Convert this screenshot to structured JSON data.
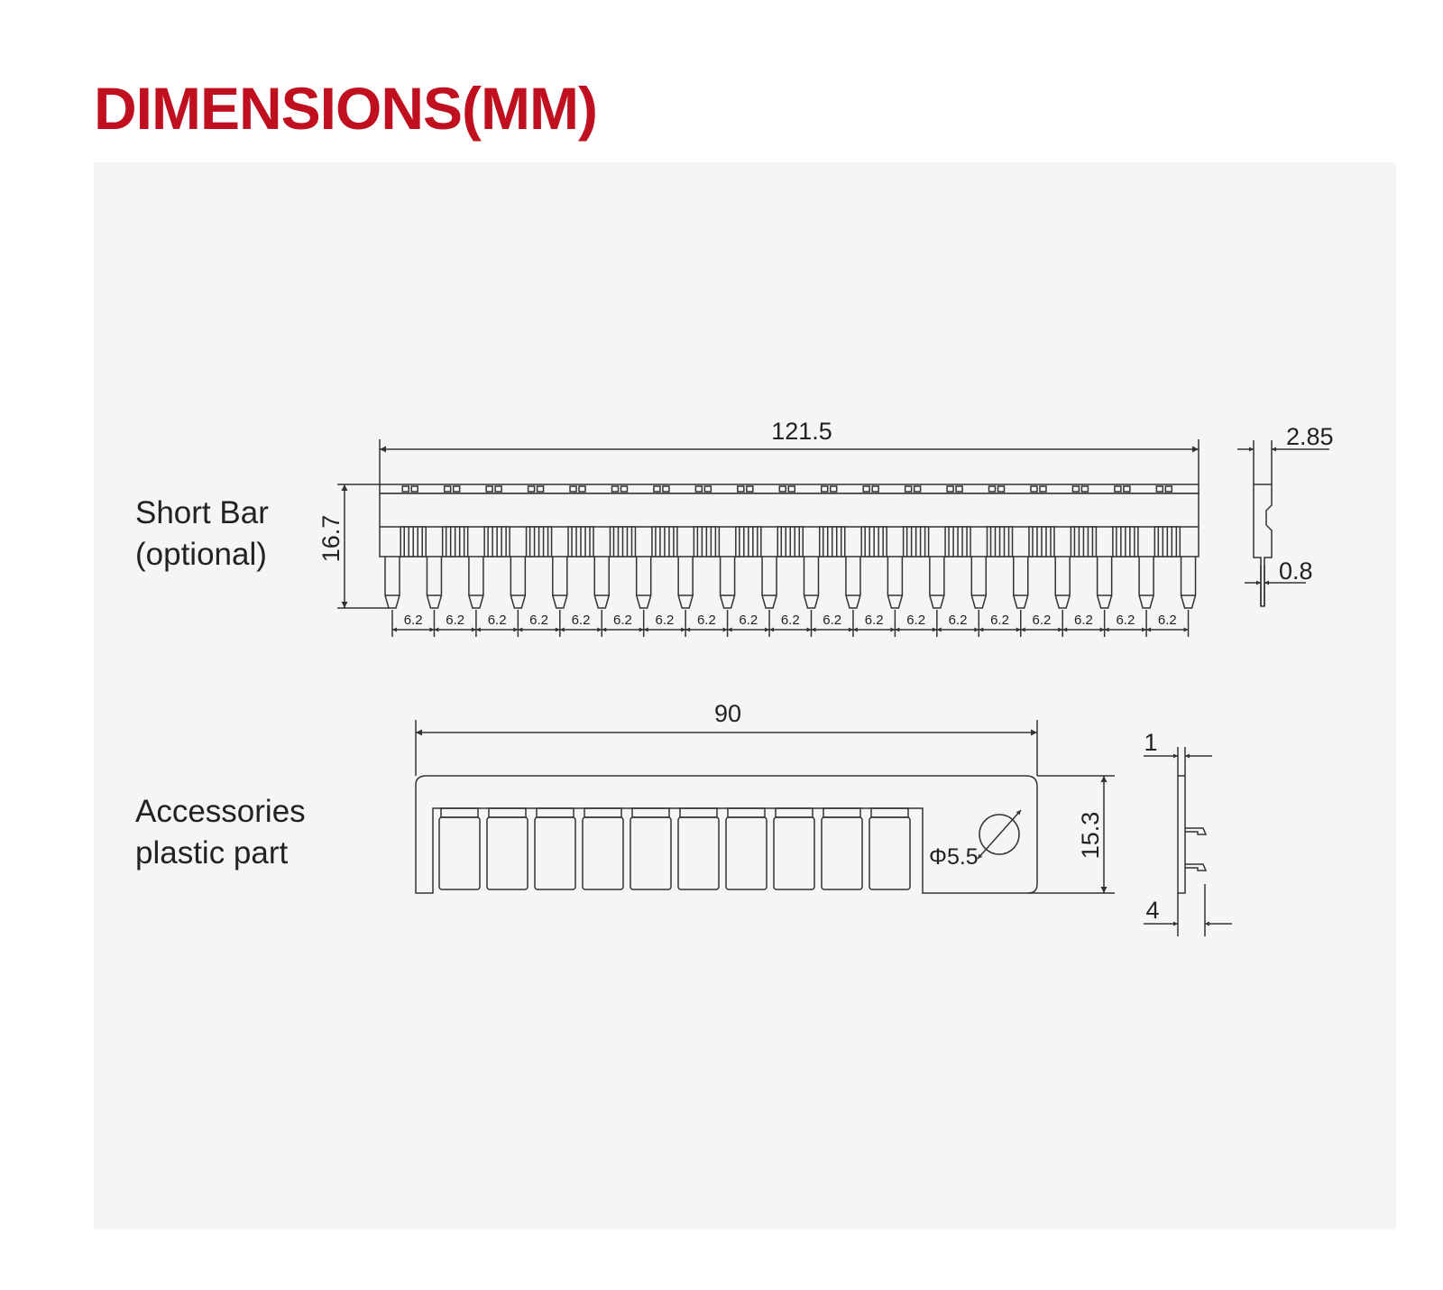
{
  "title": "DIMENSIONS(MM)",
  "colors": {
    "title": "#c0101f",
    "panel_bg": "#f4f5f7",
    "line": "#333333"
  },
  "short_bar": {
    "label_line1": "Short Bar",
    "label_line2": "(optional)",
    "length": "121.5",
    "height": "16.7",
    "pitch": "6.2",
    "pin_count": 20,
    "side_thickness": "2.85",
    "pin_thickness": "0.8"
  },
  "accessories": {
    "label_line1": "Accessories",
    "label_line2": "plastic part",
    "length": "90",
    "height": "15.3",
    "hole_diameter": "Φ5.5",
    "slot_count": 10,
    "side_thickness": "1",
    "side_depth": "4"
  }
}
